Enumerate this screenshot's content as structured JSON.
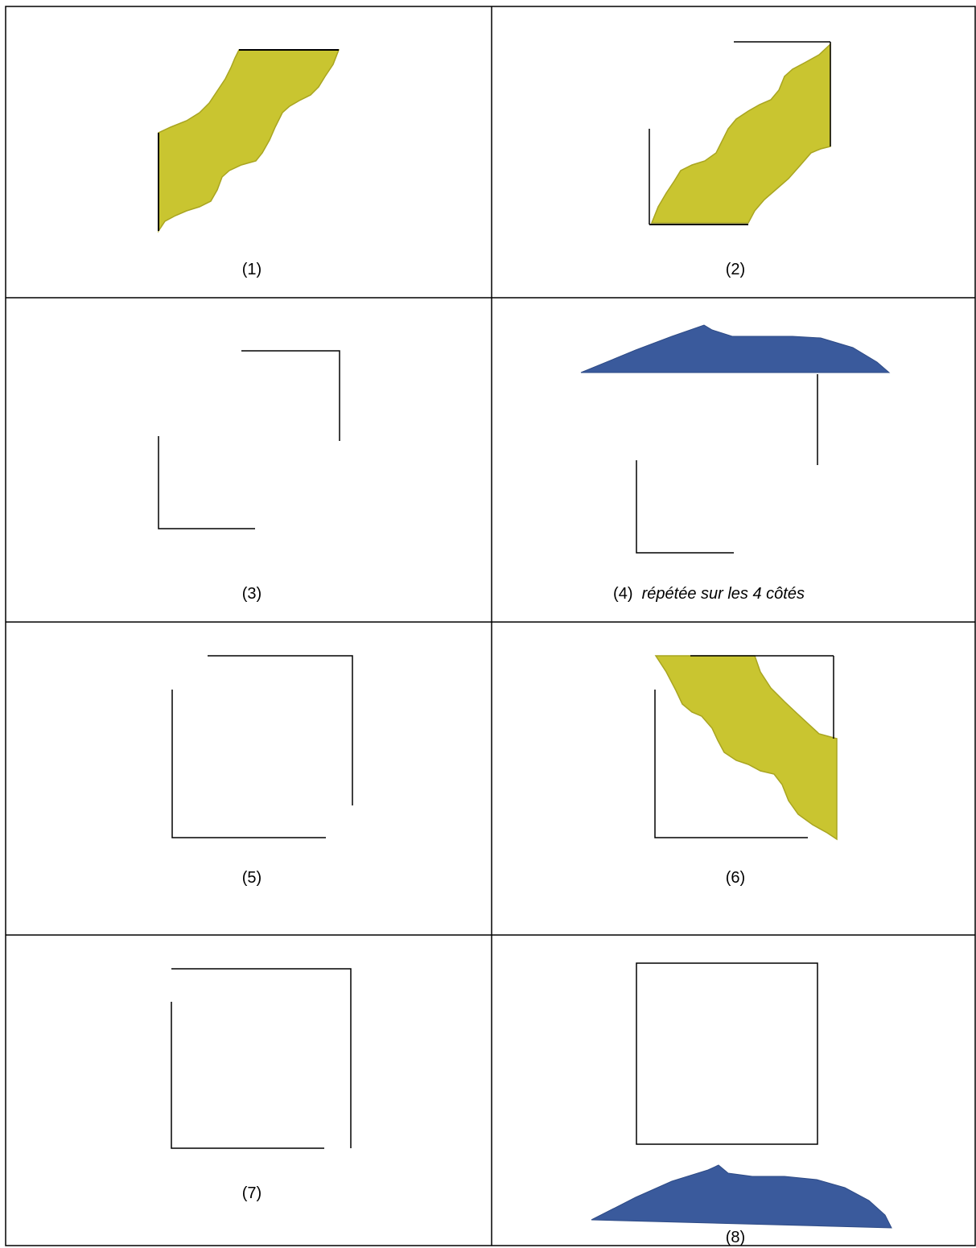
{
  "cells": [
    {
      "id": 1,
      "caption": "(1)"
    },
    {
      "id": 2,
      "caption": "(2)"
    },
    {
      "id": 3,
      "caption": "(3)"
    },
    {
      "id": 4,
      "caption": "(4)",
      "note": "répétée sur les 4 côtés"
    },
    {
      "id": 5,
      "caption": "(5)"
    },
    {
      "id": 6,
      "caption": "(6)"
    },
    {
      "id": 7,
      "caption": "(7)"
    },
    {
      "id": 8,
      "caption": "(8)"
    }
  ],
  "colors": {
    "paper_yellow": "#c9c530",
    "paper_yellow_dark": "#a9a520",
    "paper_blue": "#3a5a9c",
    "paper_blue_dark": "#2e4b86",
    "line": "#000000"
  }
}
